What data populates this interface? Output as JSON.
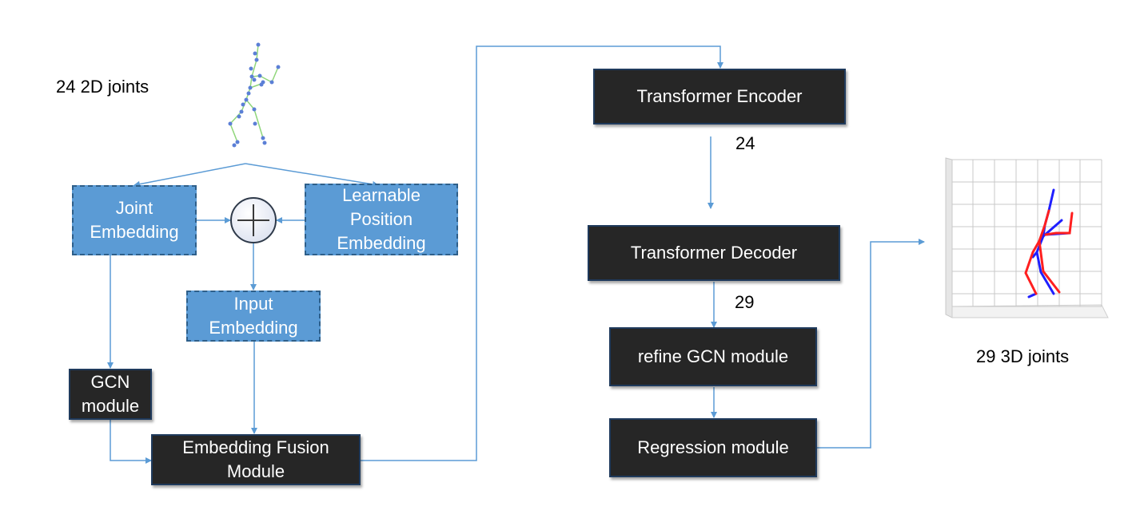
{
  "labels": {
    "input_joints": "24 2D joints",
    "output_joints": "29 3D joints",
    "encoder_count": "24",
    "decoder_count": "29"
  },
  "boxes": {
    "joint_embedding": [
      "Joint",
      "Embedding"
    ],
    "learnable_position_embedding": [
      "Learnable",
      "Position",
      "Embedding"
    ],
    "input_embedding": [
      "Input",
      "Embedding"
    ],
    "gcn_module": [
      "GCN",
      "module"
    ],
    "embedding_fusion_module": [
      "Embedding Fusion",
      "Module"
    ],
    "transformer_encoder": "Transformer Encoder",
    "transformer_decoder": "Transformer Decoder",
    "refine_gcn_module": "refine GCN module",
    "regression_module": "Regression module"
  },
  "colors": {
    "arrow": "#5b9bd5",
    "dark_box": "#262626",
    "blue_box": "#5b9bd5",
    "skeleton_2d_joint": "#5b7fd6",
    "skeleton_2d_bone": "#8fd67a",
    "skeleton_3d_red": "#ff1f1f",
    "skeleton_3d_blue": "#1f1fff"
  },
  "icons": {
    "sum": "plus-circle-icon",
    "input_skeleton": "2d-skeleton-icon",
    "output_skeleton": "3d-skeleton-plot-icon"
  }
}
